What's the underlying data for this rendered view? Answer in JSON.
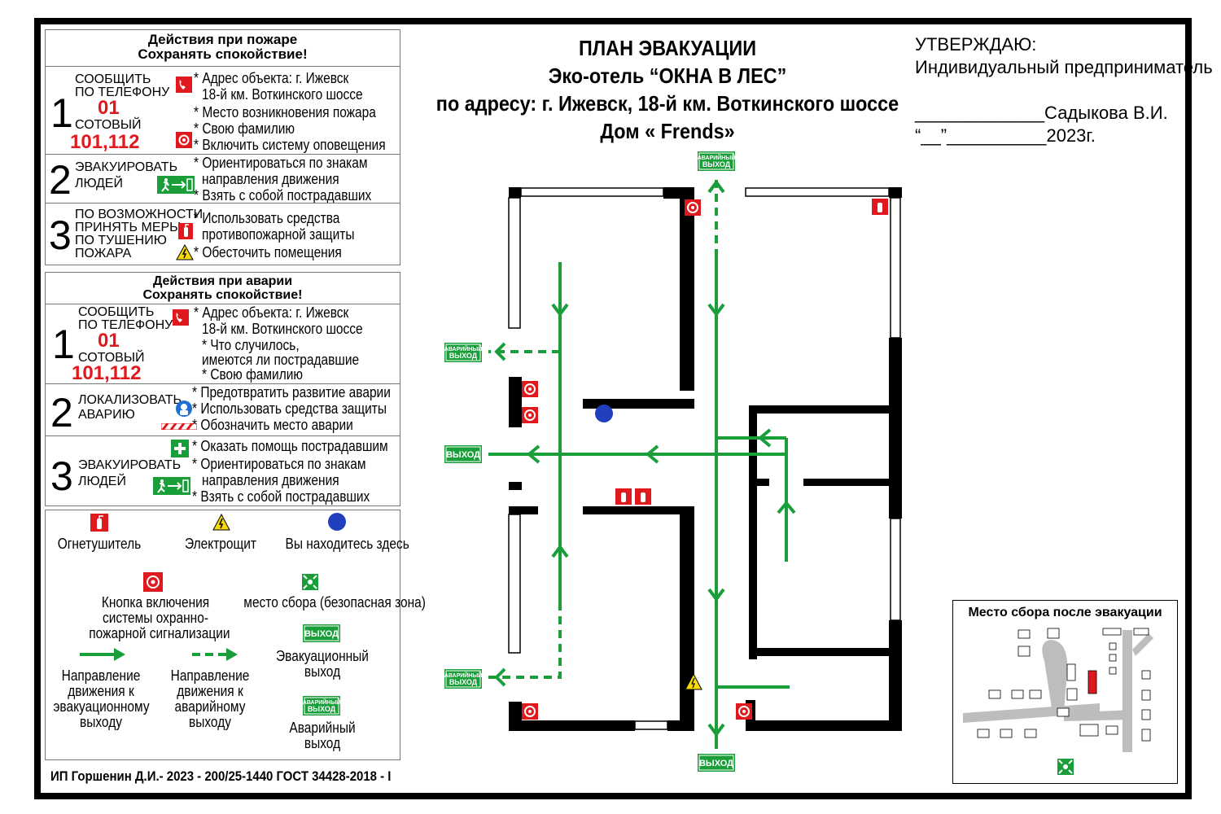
{
  "title": {
    "line1": "ПЛАН ЭВАКУАЦИИ",
    "line2": "Эко-отель “ОКНА В ЛЕС”",
    "line3": "по адресу: г. Ижевск, 18-й км. Воткинского шоссе",
    "line4": "Дом « Frends»"
  },
  "approval": {
    "line1": "УТВЕРЖДАЮ:",
    "line2": "Индивидуальный предприниматель",
    "line3": "_____________Садыкова В.И.",
    "line4": "“__”__________2023г."
  },
  "fire": {
    "header1": "Действия при пожаре",
    "header2": "Сохранять спокойствие!",
    "step1": {
      "num": "1",
      "label1": "СООБЩИТЬ",
      "label2": "ПО ТЕЛЕФОНУ",
      "phone": "01",
      "label3": "СОТОВЫЙ",
      "cell": "101,112",
      "items": [
        "* Адрес объекта: г. Ижевск",
        "18-й км. Воткинского шоссе",
        "* Место возникновения пожара",
        "* Свою фамилию",
        "* Включить систему оповещения"
      ]
    },
    "step2": {
      "num": "2",
      "label1": "ЭВАКУИРОВАТЬ",
      "label2": "ЛЮДЕЙ",
      "items": [
        "* Ориентироваться по знакам",
        "направления движения",
        "* Взять с собой пострадавших"
      ]
    },
    "step3": {
      "num": "3",
      "label1": "ПО ВОЗМОЖНОСТИ",
      "label2": "ПРИНЯТЬ МЕРЫ",
      "label3": "ПО ТУШЕНИЮ",
      "label4": "ПОЖАРА",
      "items": [
        "* Использовать средства",
        "противопожарной защиты",
        "* Обесточить помещения"
      ]
    }
  },
  "accident": {
    "header1": "Действия при аварии",
    "header2": "Сохранять спокойствие!",
    "step1": {
      "num": "1",
      "label1": "СООБЩИТЬ",
      "label2": "ПО ТЕЛЕФОНУ",
      "phone": "01",
      "label3": "СОТОВЫЙ",
      "cell": "101,112",
      "items": [
        "* Адрес объекта: г. Ижевск",
        "18-й км. Воткинского шоссе",
        "* Что случилось,",
        "имеются ли пострадавшие",
        "* Свою фамилию"
      ]
    },
    "step2": {
      "num": "2",
      "label1": "ЛОКАЛИЗОВАТЬ",
      "label2": "АВАРИЮ",
      "items": [
        "* Предотвратить развитие аварии",
        "* Использовать средства защиты",
        "* Обозначить место аварии"
      ]
    },
    "step3": {
      "num": "3",
      "label1": "ЭВАКУИРОВАТЬ",
      "label2": "ЛЮДЕЙ",
      "items": [
        "* Оказать помощь пострадавшим",
        "* Ориентироваться по знакам",
        "направления движения",
        "* Взять с собой пострадавших"
      ]
    }
  },
  "legend": {
    "extinguisher": "Огнетушитель",
    "panel": "Электрощит",
    "you_are_here": "Вы находитесь здесь",
    "alarm_button1": "Кнопка включения",
    "alarm_button2": "системы охранно-",
    "alarm_button3": "пожарной сигнализации",
    "assembly": "место сбора (безопасная зона)",
    "evac_dir1": "Направление",
    "evac_dir2": "движения к",
    "evac_dir3": "эвакуационному",
    "evac_dir4": "выходу",
    "emerg_dir1": "Направление",
    "emerg_dir2": "движения к",
    "emerg_dir3": "аварийному",
    "emerg_dir4": "выходу",
    "evac_exit1": "Эвакуационный",
    "evac_exit2": "выход",
    "emerg_exit1": "Аварийный",
    "emerg_exit2": "выход"
  },
  "signs": {
    "exit": "ВЫХОД",
    "emergency_top": "АВАРИЙНЫЙ",
    "emergency_bottom": "ВЫХОД"
  },
  "assembly_map": {
    "title": "Место сбора после эвакуации"
  },
  "footer": "ИП Горшенин Д.И.- 2023 - 200/25-1440 ГОСТ 34428-2018 - I",
  "colors": {
    "green": "#1a9e3a",
    "red": "#e0191f",
    "blue": "#1f3fbf",
    "yellow": "#f5d90a"
  }
}
